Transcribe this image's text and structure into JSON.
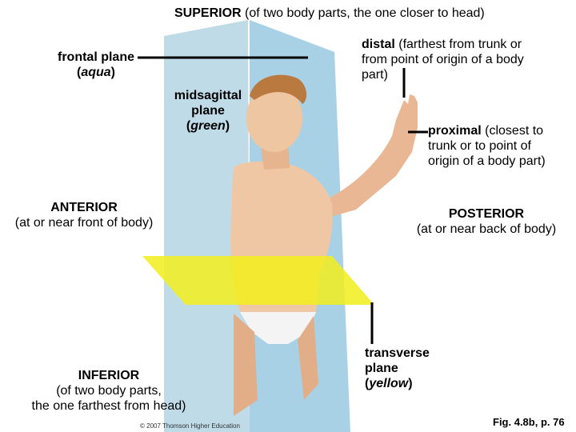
{
  "title": {
    "term": "SUPERIOR",
    "desc": " (of two body parts, the one closer to head)"
  },
  "frontal_plane": {
    "line1": "frontal plane",
    "line2_open": "(",
    "line2_em": "aqua",
    "line2_close": ")"
  },
  "midsagittal_plane": {
    "line1": "midsagittal",
    "line2": "plane",
    "line3_open": "(",
    "line3_em": "green",
    "line3_close": ")"
  },
  "distal": {
    "term": "distal",
    "line1_rest": " (farthest from trunk or",
    "line2": "from point of origin of a body",
    "line3": "part)"
  },
  "proximal": {
    "term": "proximal",
    "line1_rest": " (closest to",
    "line2": "trunk or to point of",
    "line3": "origin of a body part)"
  },
  "anterior": {
    "term": "ANTERIOR",
    "desc": "(at or near front of body)"
  },
  "posterior": {
    "term": "POSTERIOR",
    "desc": "(at or near back of body)"
  },
  "inferior": {
    "term": "INFERIOR",
    "line2": "(of two body parts,",
    "line3": "the one farthest from head)"
  },
  "transverse_plane": {
    "line1": "transverse",
    "line2": "plane",
    "line3_open": "(",
    "line3_em": "yellow",
    "line3_close": ")"
  },
  "copyright": "© 2007 Thomson Higher Education",
  "fig_ref": "Fig. 4.8b, p. 76",
  "colors": {
    "frontal_plane": "#9fc8dc",
    "midsagittal_plane": "#8fcfb4",
    "transverse_plane": "#f2ee1c",
    "skin": "#f0c7a4"
  }
}
